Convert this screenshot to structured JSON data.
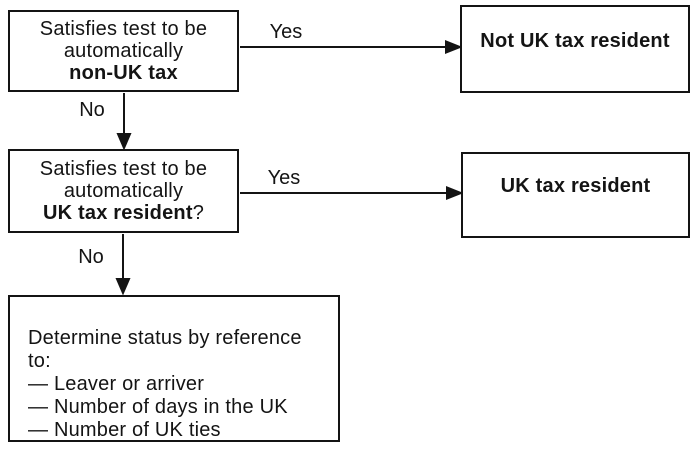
{
  "colors": {
    "ink": "#141414",
    "background": "#ffffff"
  },
  "flowchart": {
    "box_test_non_uk": {
      "line1": "Satisfies test to be",
      "line2": "automatically",
      "emphasis": "non-UK tax",
      "suffix": ""
    },
    "box_not_uk_resident": {
      "label": "Not UK tax resident"
    },
    "box_test_uk": {
      "line1": "Satisfies test to be",
      "line2": "automatically",
      "emphasis": "UK tax resident",
      "suffix": "?"
    },
    "box_uk_resident": {
      "label": "UK tax resident"
    },
    "box_determine": {
      "intro": "Determine status by reference to:",
      "items": [
        "— Leaver or arriver",
        "— Number of days in the UK",
        "— Number of UK ties"
      ]
    },
    "edge_labels": {
      "non_uk_yes": "Yes",
      "non_uk_no": "No",
      "uk_yes": "Yes",
      "uk_no": "No"
    }
  }
}
